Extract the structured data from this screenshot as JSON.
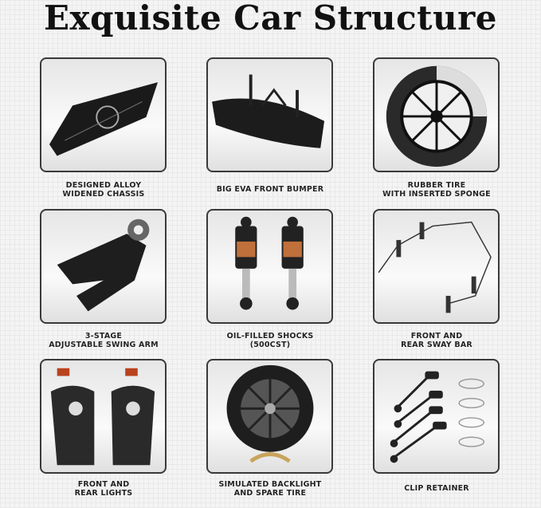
{
  "title": "Exquisite Car Structure",
  "items": [
    {
      "line1": "DESIGNED ALLOY",
      "line2": "WIDENED CHASSIS",
      "icon": "chassis-icon"
    },
    {
      "line1": "BIG EVA FRONT BUMPER",
      "line2": "",
      "icon": "bumper-icon"
    },
    {
      "line1": "RUBBER TIRE",
      "line2": "WITH INSERTED SPONGE",
      "icon": "tire-icon"
    },
    {
      "line1": "3-STAGE",
      "line2": "ADJUSTABLE SWING ARM",
      "icon": "swing-arm-icon"
    },
    {
      "line1": "OIL-FILLED SHOCKS",
      "line2": "(500CST)",
      "icon": "shocks-icon"
    },
    {
      "line1": "FRONT AND",
      "line2": "REAR SWAY BAR",
      "icon": "sway-bar-icon"
    },
    {
      "line1": "FRONT AND",
      "line2": "REAR LIGHTS",
      "icon": "lights-icon"
    },
    {
      "line1": "SIMULATED BACKLIGHT",
      "line2": "AND SPARE TIRE",
      "icon": "spare-tire-icon"
    },
    {
      "line1": "CLIP RETAINER",
      "line2": "",
      "icon": "clip-retainer-icon"
    }
  ]
}
